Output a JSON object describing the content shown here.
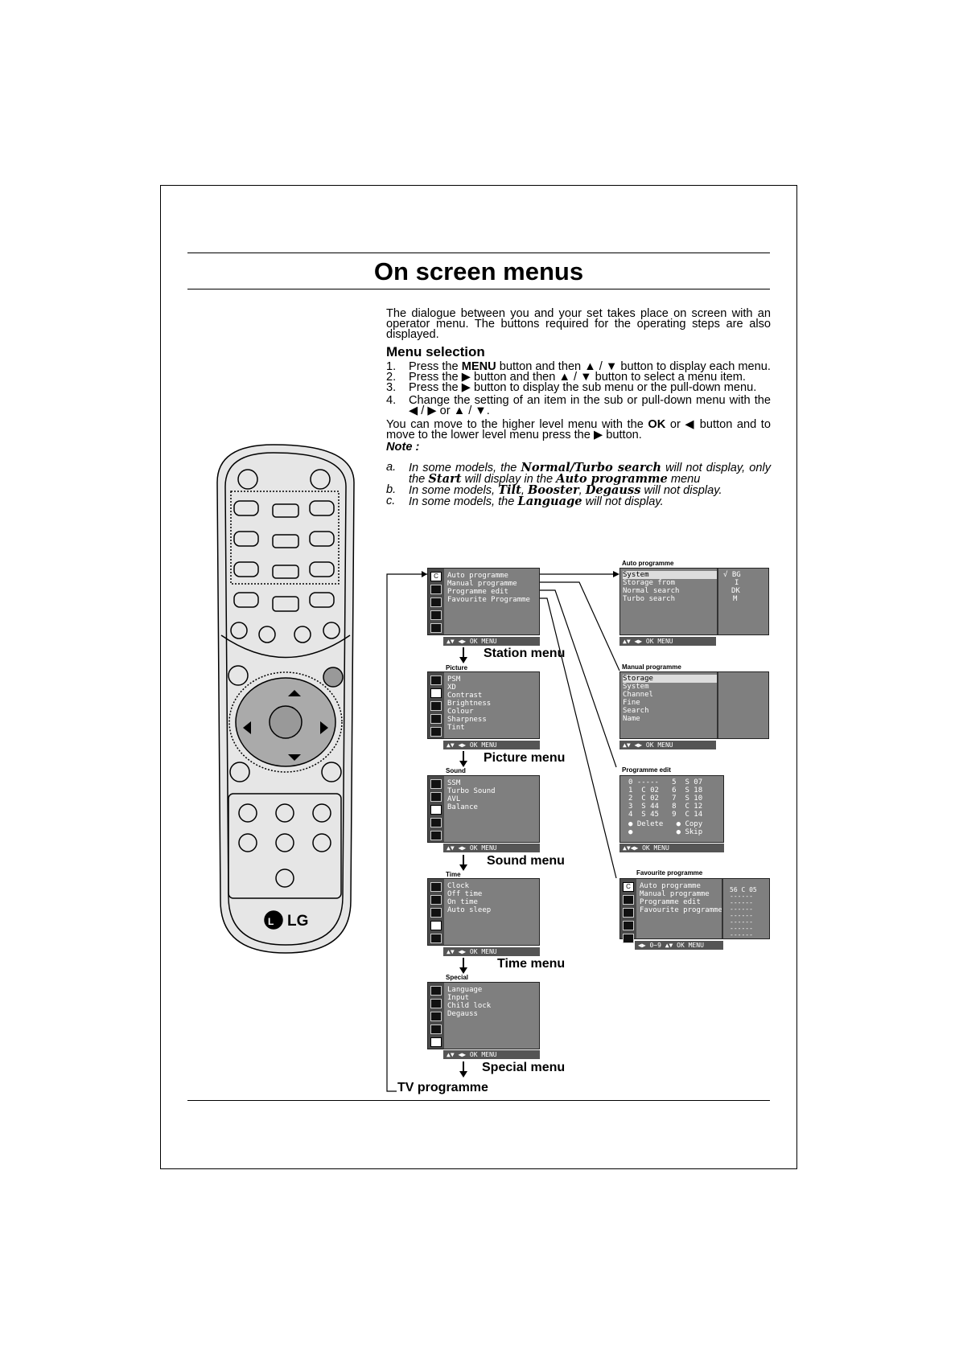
{
  "page": {
    "title": "On screen menus",
    "intro": "The dialogue between you and your set takes place on screen with an operator menu. The buttons required for the operating steps are also displayed.",
    "section_heading": "Menu selection",
    "steps": [
      {
        "n": "1.",
        "pre": "Press the ",
        "bold": "MENU",
        "post": " button and then ▲ / ▼ button to display each menu."
      },
      {
        "n": "2.",
        "text": "Press the ▶ button and then ▲ / ▼ button to select a menu item."
      },
      {
        "n": "3.",
        "text": "Press the ▶ button to display the sub menu or the pull-down menu."
      },
      {
        "n": "4.",
        "text": "Change the setting of an item in the sub or pull-down menu with the ◀ / ▶ or ▲ / ▼."
      }
    ],
    "step4_extra_pre": "You can move to the higher level menu with the ",
    "step4_extra_bold": "OK",
    "step4_extra_post": " or ◀ button and to move to the lower level menu press the ▶ button.",
    "note_label": "Note :",
    "notes": [
      {
        "n": "a.",
        "parts": [
          "In some models, the ",
          "Normal/Turbo search",
          " will not display, only the ",
          "Start",
          " will display in the ",
          "Auto programme",
          " menu"
        ]
      },
      {
        "n": "b.",
        "parts": [
          "In some models, ",
          "Tilt",
          ", ",
          "Booster",
          ", ",
          "Degauss",
          " will not display."
        ]
      },
      {
        "n": "c.",
        "parts": [
          "In some models, the ",
          "Language",
          " will not display."
        ]
      }
    ]
  },
  "remote": {
    "brand": "LG"
  },
  "menus": {
    "station": {
      "label": "Station menu",
      "items": [
        "Auto programme",
        "Manual programme",
        "Programme edit",
        "Favourite Programme"
      ],
      "footer": "▲▼ ◀▶ OK MENU"
    },
    "picture": {
      "title": "Picture",
      "label": "Picture menu",
      "items": [
        "PSM",
        "XD",
        "Contrast",
        "Brightness",
        "Colour",
        "Sharpness",
        "Tint"
      ],
      "footer": "▲▼ ◀▶ OK MENU"
    },
    "sound": {
      "title": "Sound",
      "label": "Sound menu",
      "items": [
        "SSM",
        "Turbo Sound",
        "AVL",
        "Balance"
      ],
      "footer": "▲▼ ◀▶ OK MENU"
    },
    "time": {
      "title": "Time",
      "label": "Time menu",
      "items": [
        "Clock",
        "Off time",
        "On time",
        "Auto sleep"
      ],
      "footer": "▲▼ ◀▶ OK MENU"
    },
    "special": {
      "title": "Special",
      "label": "Special menu",
      "items": [
        "Language",
        "Input",
        "Child lock",
        "Degauss"
      ],
      "footer": "▲▼ ◀▶ OK MENU"
    },
    "tv_programme": "TV programme",
    "auto": {
      "title": "Auto programme",
      "items": [
        "System",
        "Storage from",
        "Normal search",
        "Turbo search"
      ],
      "side": [
        "√ BG",
        "I",
        "DK",
        "M"
      ],
      "footer": "▲▼ ◀▶ OK MENU"
    },
    "manual": {
      "title": "Manual programme",
      "items": [
        "Storage",
        "System",
        "Channel",
        "Fine",
        "Search",
        "Name"
      ],
      "footer": "▲▼ ◀▶ OK MENU"
    },
    "edit": {
      "title": "Programme edit",
      "rows": [
        "0 -----   5  S 07",
        "1  C 02   6  S 18",
        "2  C 02   7  S 10",
        "3  S 44   8  C 12",
        "4  S 45   9  C 14"
      ],
      "actions": [
        "● Delete   ● Copy",
        "●          ● Skip"
      ],
      "footer": "▲▼◀▶ OK MENU"
    },
    "favourite": {
      "title": "Favourite programme",
      "items": [
        "Auto programme",
        "Manual programme",
        "Programme edit",
        "Favourite programme"
      ],
      "side": [
        "56 C 05",
        "------",
        "------",
        "------",
        "------",
        "------",
        "------",
        "------"
      ],
      "footer": "◀▶ 0~9 ▲▼ OK MENU"
    }
  }
}
